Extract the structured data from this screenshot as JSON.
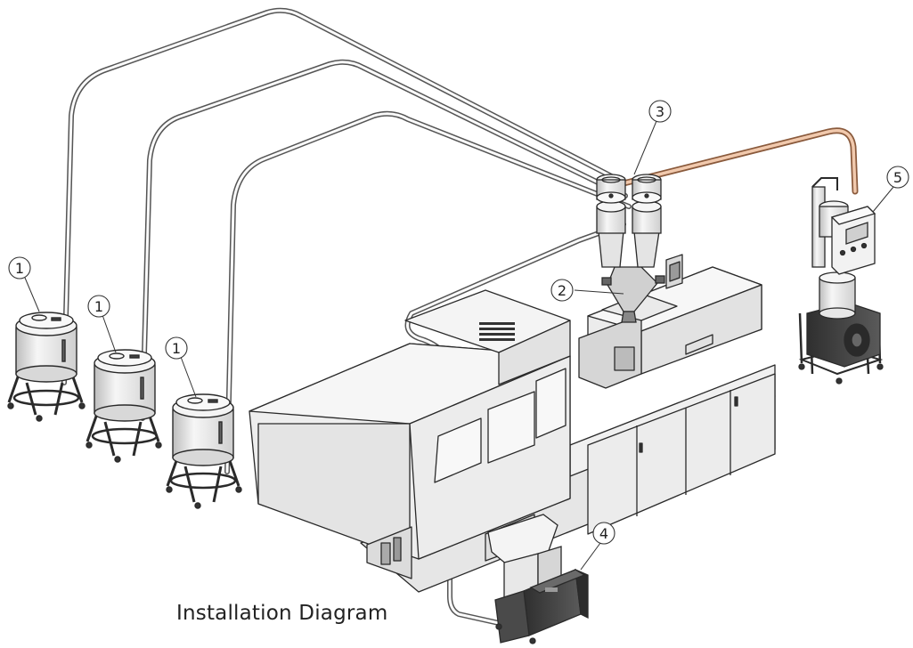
{
  "caption": "Installation Diagram",
  "callouts": {
    "dryer_1a": "1",
    "dryer_1b": "1",
    "dryer_1c": "1",
    "hopper_receiver": "2",
    "vacuum_loaders": "3",
    "granulator": "4",
    "vacuum_pump": "5"
  },
  "colors": {
    "outline": "#2a2a2a",
    "machine_fill": "#ececec",
    "machine_shade": "#d8d8d8",
    "conveying_pipe": "#e9b99a",
    "dark_unit": "#3d3d3d"
  }
}
